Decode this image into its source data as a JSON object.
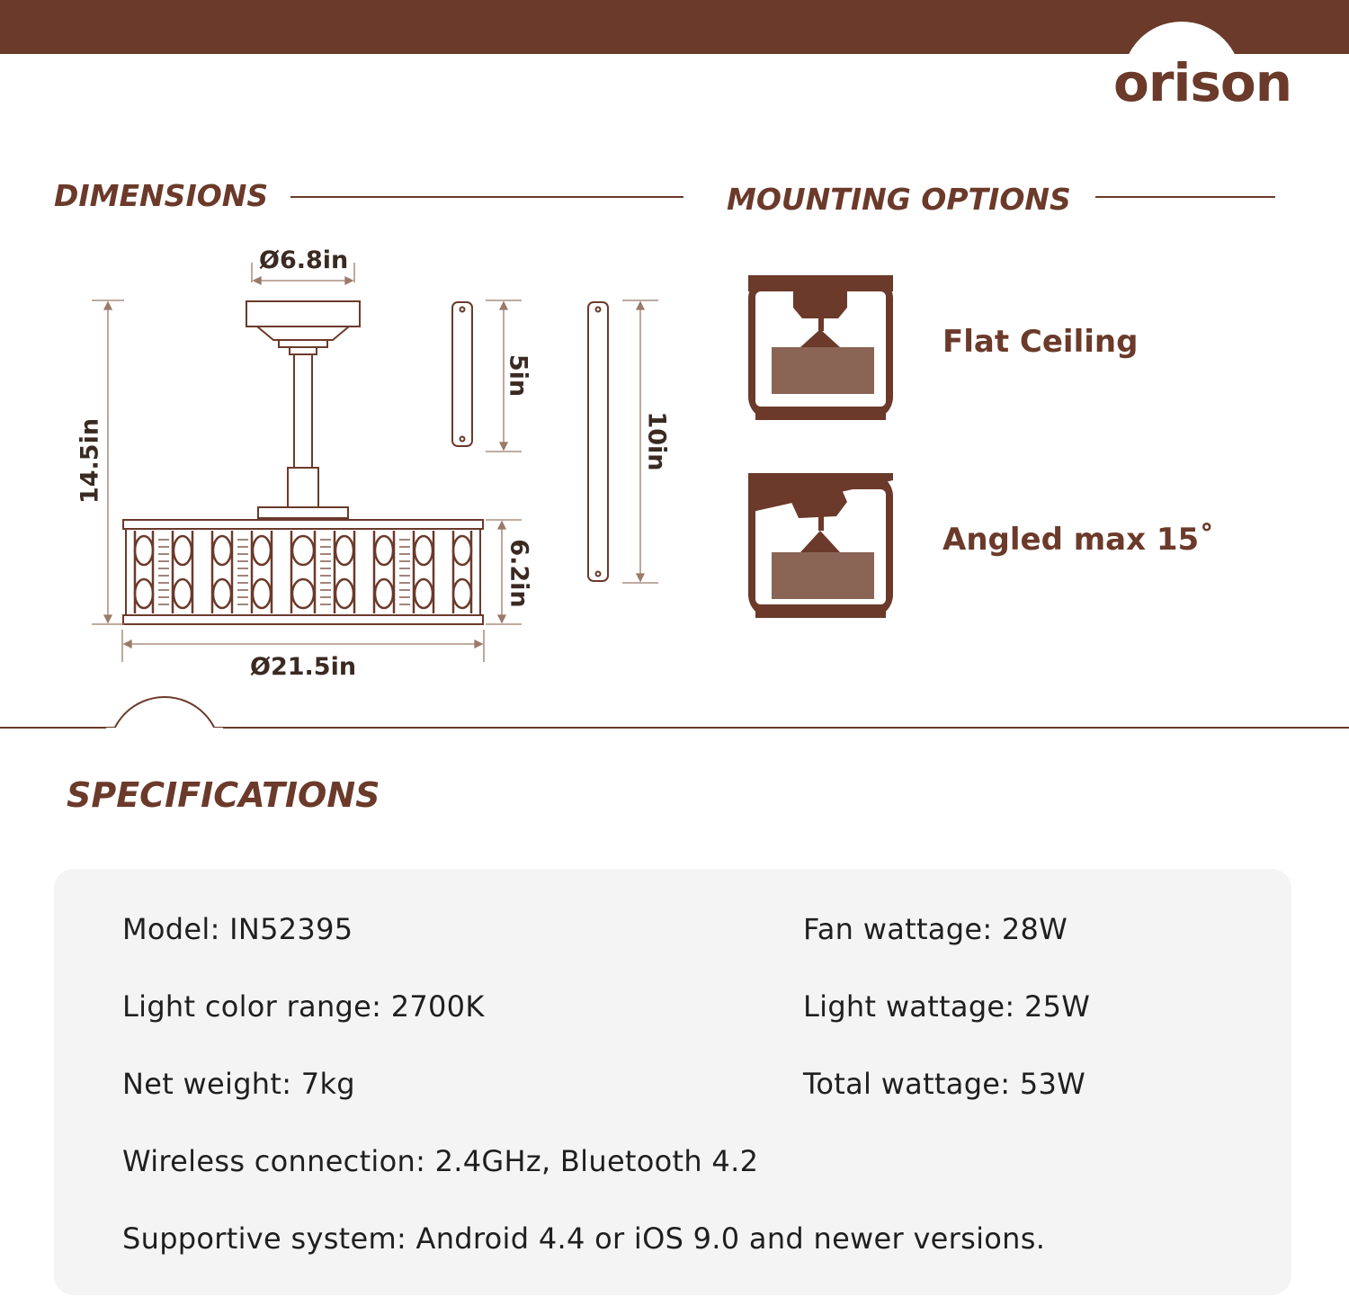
{
  "brand": {
    "logo_text": "orison",
    "color": "#6b3a2a"
  },
  "sections": {
    "dimensions_title": "DIMENSIONS",
    "mounting_title": "MOUNTING OPTIONS",
    "specifications_title": "SPECIFICATIONS"
  },
  "dimensions": {
    "canopy_diameter": "Ø6.8in",
    "overall_height": "14.5in",
    "short_downrod": "5in",
    "long_downrod": "10in",
    "cage_height": "6.2in",
    "cage_diameter": "Ø21.5in"
  },
  "mounting_options": [
    {
      "label": "Flat Ceiling",
      "icon": "flat-ceiling-icon"
    },
    {
      "label": "Angled max 15˚",
      "icon": "angled-ceiling-icon"
    }
  ],
  "specifications": {
    "model": "Model: IN52395",
    "light_color_range": "Light color range: 2700K",
    "net_weight": "Net weight: 7kg",
    "fan_wattage": "Fan wattage: 28W",
    "light_wattage": "Light wattage: 25W",
    "total_wattage": "Total wattage: 53W",
    "wireless": "Wireless connection: 2.4GHz, Bluetooth 4.2",
    "system": "Supportive system: Android 4.4 or iOS 9.0 and newer versions."
  }
}
